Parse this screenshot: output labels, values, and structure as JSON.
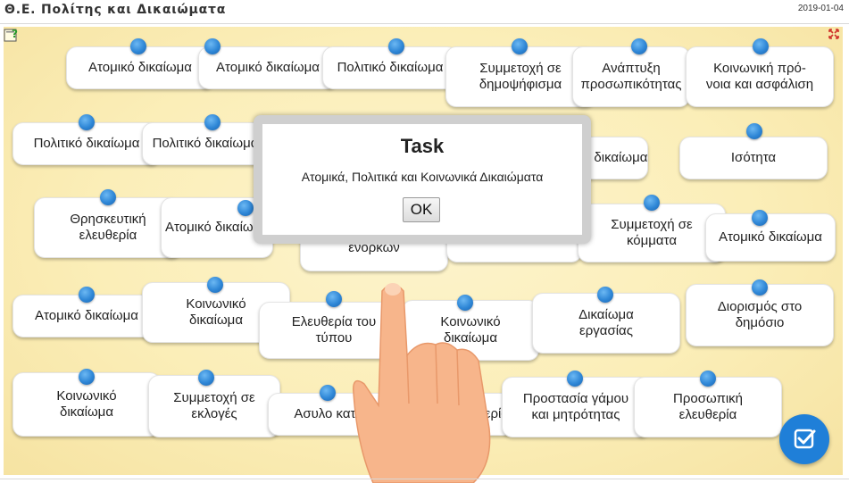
{
  "header": {
    "title": "Θ.Ε. Πολίτης και Δικαιώματα",
    "date": "2019-01-04"
  },
  "cards": [
    {
      "l1": "Ατομικό δικαίωμα",
      "l2": ""
    },
    {
      "l1": "Ατομικό δικαίωμα",
      "l2": ""
    },
    {
      "l1": "Πολιτικό δικαίωμα",
      "l2": ""
    },
    {
      "l1": "Συμμετοχή σε",
      "l2": "δημοψήφισμα"
    },
    {
      "l1": "Ανάπτυξη",
      "l2": "προσωπικότητας"
    },
    {
      "l1": "Κοινωνική πρό-",
      "l2": "νοια και ασφάλιση"
    },
    {
      "l1": "Πολιτικό δικαίωμα",
      "l2": ""
    },
    {
      "l1": "Πολιτικό δικαίωμα",
      "l2": ""
    },
    {
      "l1": "Πολιτικό δικαίωμα",
      "l2": ""
    },
    {
      "l1": "Ισότητα",
      "l2": ""
    },
    {
      "l1": "Θρησκευτική",
      "l2": "ελευθερία"
    },
    {
      "l1": "Ατομικό δικαίωμα",
      "l2": ""
    },
    {
      "l1": "",
      "l2": "ενόρκων"
    },
    {
      "l1": "",
      "l2": ""
    },
    {
      "l1": "Συμμετοχή σε",
      "l2": "κόμματα"
    },
    {
      "l1": "Ατομικό δικαίωμα",
      "l2": ""
    },
    {
      "l1": "Ατομικό δικαίωμα",
      "l2": ""
    },
    {
      "l1": "Κοινωνικό",
      "l2": "δικαίωμα"
    },
    {
      "l1": "Ελευθερία του",
      "l2": "τύπου"
    },
    {
      "l1": "Κοινωνικό",
      "l2": "δικαίωμα"
    },
    {
      "l1": "Δικαίωμα",
      "l2": "εργασίας"
    },
    {
      "l1": "Διορισμός στο",
      "l2": "δημόσιο"
    },
    {
      "l1": "Κοινωνικό",
      "l2": "δικαίωμα"
    },
    {
      "l1": "Συμμετοχή σε",
      "l2": "εκλογές"
    },
    {
      "l1": "Ασυλο κατοικίας",
      "l2": ""
    },
    {
      "l1": "Ελευθερία",
      "l2": ""
    },
    {
      "l1": "Προστασία γάμου",
      "l2": "και μητρότητας"
    },
    {
      "l1": "Προσωπική",
      "l2": "ελευθερία"
    }
  ],
  "dialog": {
    "title": "Task",
    "message": "Ατομικά, Πολιτικά και Κοινωνικά Δικαιώματα",
    "ok_label": "OK"
  },
  "colors": {
    "pin": "#2e86d6",
    "check_button": "#1f7fd8",
    "board": "#fbeeb8"
  },
  "icons": {
    "help": "help-icon",
    "fullscreen": "fullscreen-icon",
    "check": "check-icon",
    "hand": "pointing-hand-icon"
  }
}
